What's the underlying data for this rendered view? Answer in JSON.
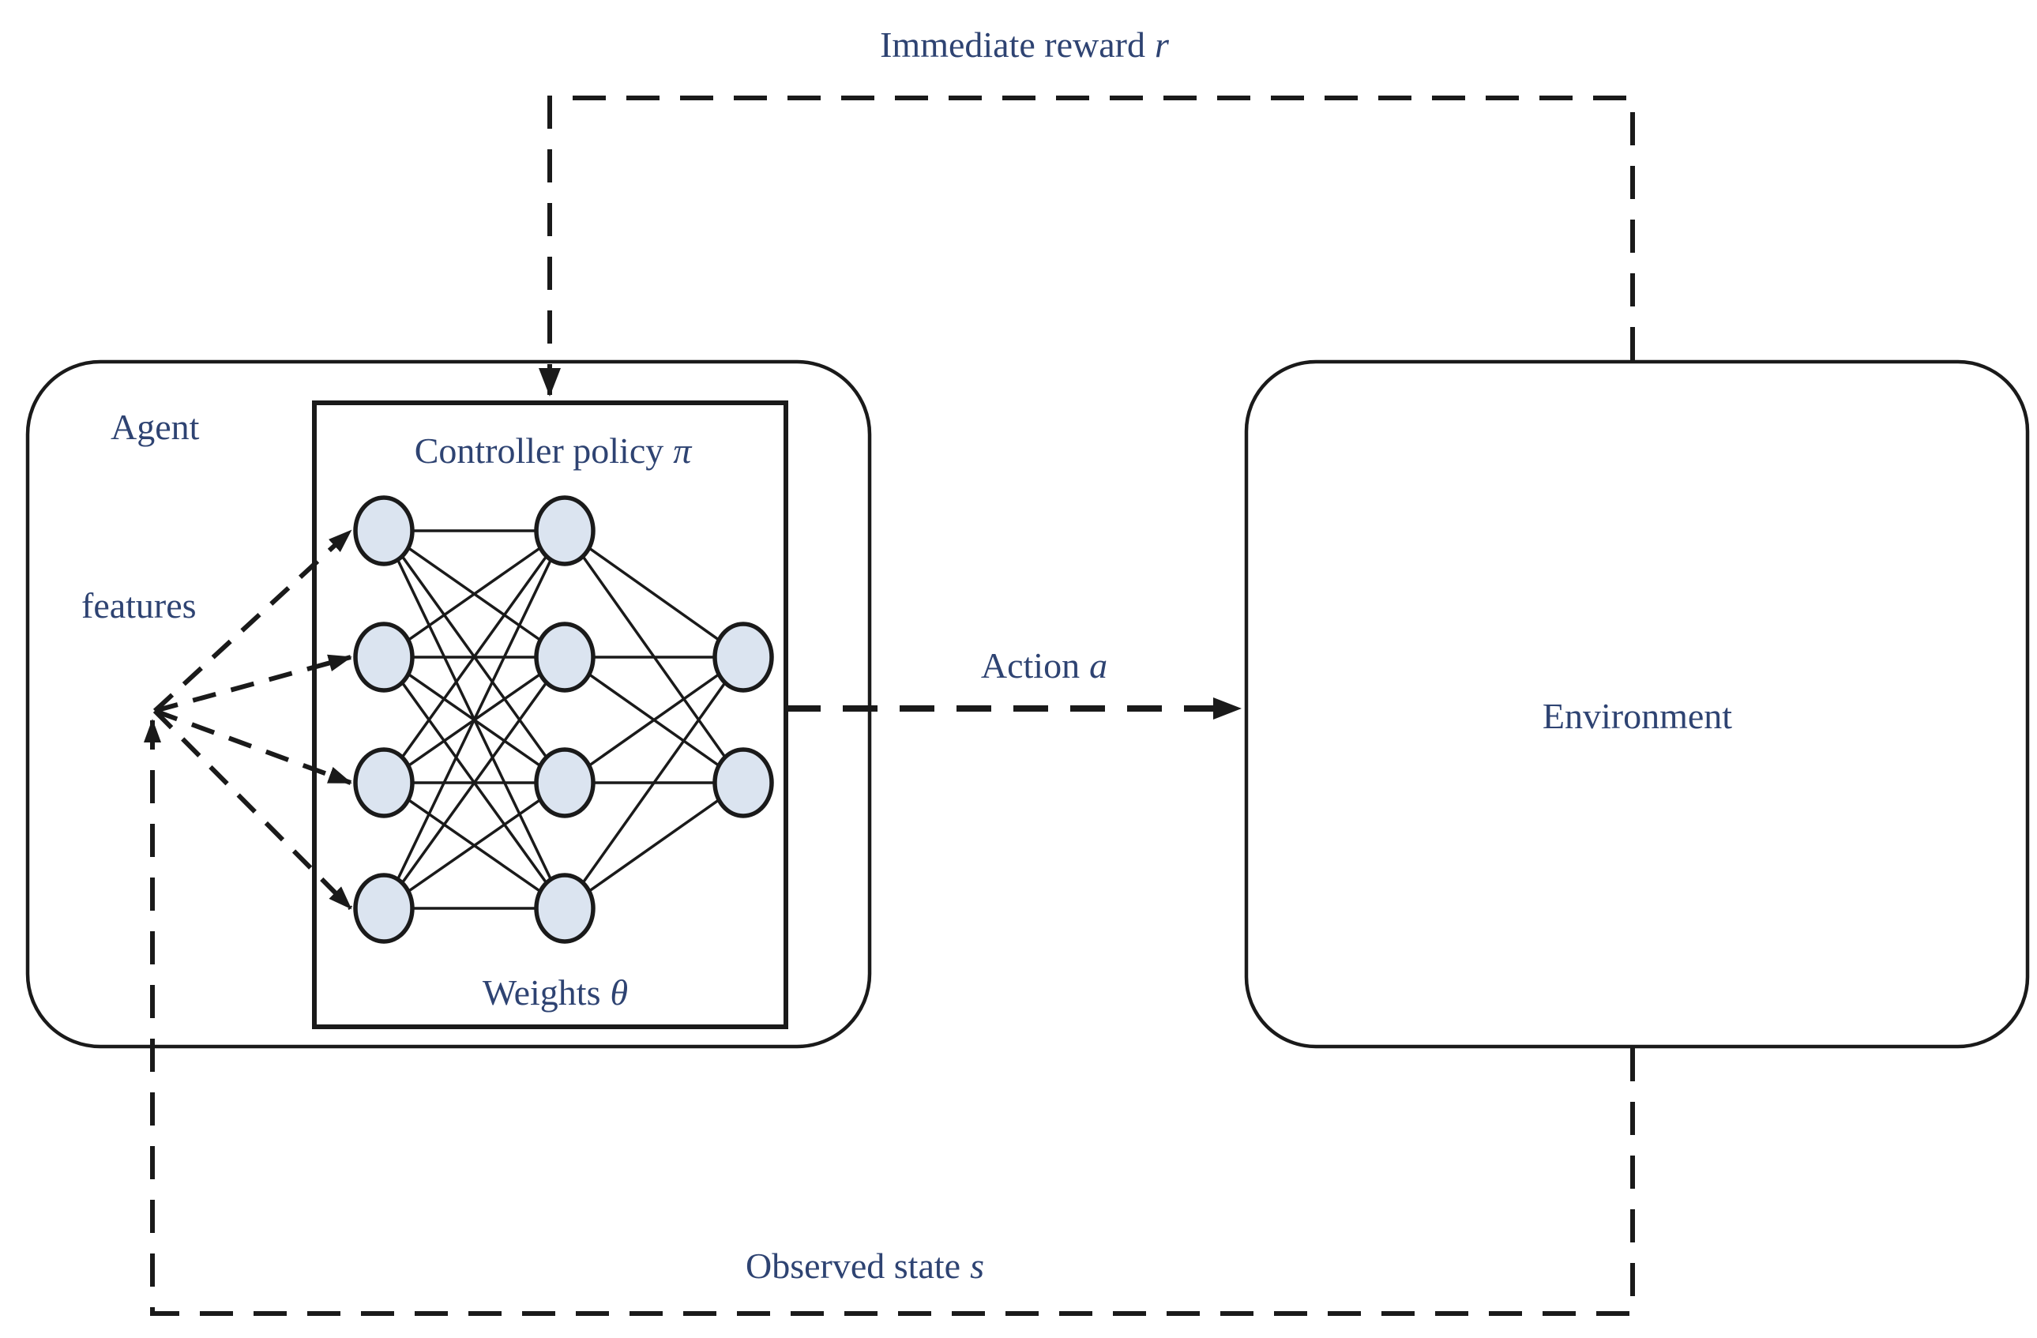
{
  "figure": {
    "type": "diagram",
    "background": "#ffffff",
    "line_color": "#1a1a1a",
    "text_color": "#2e4372",
    "node_fill": "#dbe4f0",
    "labels": {
      "immediate_reward": {
        "text": "Immediate reward",
        "symbol": "r"
      },
      "agent": "Agent",
      "controller_policy": {
        "text": "Controller policy",
        "symbol": "π"
      },
      "features": "features",
      "weights": {
        "text": "Weights",
        "symbol": "θ"
      },
      "action": {
        "text": "Action",
        "symbol": "a"
      },
      "environment": "Environment",
      "observed_state": {
        "text": "Observed state",
        "symbol": "s"
      }
    },
    "network": {
      "layers": [
        4,
        4,
        2
      ]
    }
  }
}
